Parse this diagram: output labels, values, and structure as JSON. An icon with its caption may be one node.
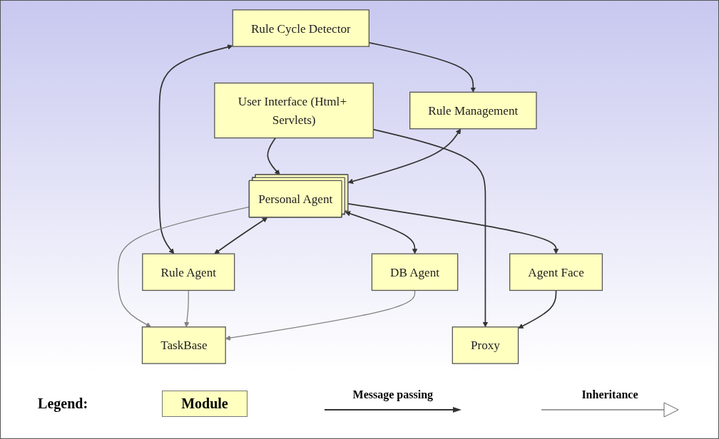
{
  "diagram": {
    "nodes": [
      {
        "text": [
          "User Interface (Html+ Servlets)"
        ]
      },
      {
        "text": [
          "Rule Management"
        ]
      },
      {
        "text": [
          "Rule Cycle Detector"
        ]
      },
      {
        "text": [
          "Proxy"
        ]
      },
      {
        "text": [
          "Personal Agent"
        ]
      },
      {
        "text": [
          "Rule Agent"
        ]
      },
      {
        "text": [
          "Agent Face"
        ]
      },
      {
        "text": [
          "DB Agent"
        ]
      },
      {
        "text": [
          "TaskBase"
        ]
      }
    ],
    "edges": [
      {
        "from": 0,
        "to": 3,
        "arrow": "to"
      },
      {
        "from": 0,
        "to": 4,
        "arrow": "to"
      },
      {
        "from": 2,
        "to": 1,
        "arrow": "to"
      },
      {
        "from": 1,
        "to": 4,
        "arrow": "both"
      },
      {
        "from": 2,
        "to": 5,
        "arrow": "both"
      },
      {
        "from": 4,
        "to": 5,
        "arrow": "both"
      },
      {
        "from": 4,
        "to": 6,
        "arrow": "to"
      },
      {
        "from": 6,
        "to": 3,
        "arrow": "to"
      },
      {
        "from": 4,
        "to": 7,
        "arrow": "both"
      },
      {
        "from": 4,
        "to": 8,
        "arrow": "to",
        "color": "#808080"
      },
      {
        "from": 5,
        "to": 8,
        "arrow": "to",
        "color": "#808080"
      },
      {
        "from": 7,
        "to": 8,
        "arrow": "to",
        "color": "#808080"
      }
    ],
    "labels": [
      "Legend:"
    ],
    "legend": [
      {
        "text": "Module",
        "color": "#ffffc0"
      },
      {
        "text": "Message passing"
      },
      {
        "text": "Inheritance"
      }
    ]
  }
}
